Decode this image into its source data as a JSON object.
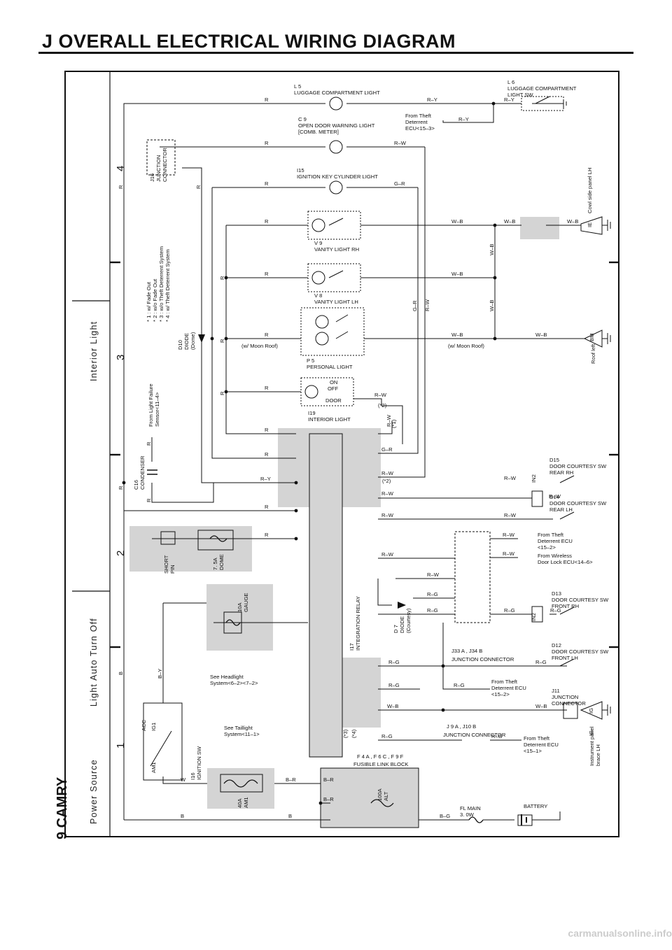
{
  "title": "J  OVERALL ELECTRICAL WIRING DIAGRAM",
  "page_number": "9 CAMRY",
  "footer_url": "carmanualsonline.info",
  "sections": {
    "s1": "Power Source",
    "s2": "Light Auto Turn Off",
    "s3": "Interior Light"
  },
  "column_numbers": [
    "1",
    "2",
    "3",
    "4"
  ],
  "notes": [
    "* 1 : w/ Fade Out",
    "* 2 : w/o Fade Out",
    "* 3 : w/o Theft Deterrent System",
    "* 4 : w/ Theft Deterrent System"
  ],
  "components": {
    "l5": [
      "L 5",
      "LUGGAGE COMPARTMENT LIGHT"
    ],
    "l6": [
      "L 6",
      "LUGGAGE COMPARTMENT",
      "LIGHT SW"
    ],
    "c9": [
      "C 9",
      "OPEN DOOR WARNING LIGHT",
      "[COMB.  METER]"
    ],
    "i15": [
      "I15",
      "IGNITION KEY CYLINDER LIGHT"
    ],
    "v9": [
      "V 9",
      "VANITY LIGHT RH"
    ],
    "v8": [
      "V 8",
      "VANITY LIGHT LH"
    ],
    "p5": [
      "P 5",
      "PERSONAL LIGHT"
    ],
    "i19": [
      "I19",
      "INTERIOR LIGHT"
    ],
    "j16": [
      "J16",
      "JUNCTION",
      "CONNECTOR"
    ],
    "d10": [
      "D10",
      "DIODE",
      "(Dome)"
    ],
    "c16": [
      "C16",
      "CONDENSER"
    ],
    "i16": [
      "I16",
      "IGNITION SW"
    ],
    "d15": [
      "D15",
      "DOOR COURTESY SW",
      "REAR RH"
    ],
    "d14": [
      "D14",
      "DOOR COURTESY SW",
      "REAR LH"
    ],
    "d13": [
      "D13",
      "DOOR COURTESY SW",
      "FRONT RH"
    ],
    "d12": [
      "D12",
      "DOOR COURTESY SW",
      "FRONT LH"
    ],
    "j11": [
      "J11",
      "JUNCTION",
      "CONNECTOR"
    ],
    "d7": [
      "D 7",
      "DIODE",
      "(Courtesy)"
    ],
    "i17": [
      "I17",
      "INTEGRATION RELAY"
    ],
    "j33": "J33  A  ,  J34  B",
    "j33_name": "JUNCTION CONNECTOR",
    "j9": "J 9  A  ,  J10  B",
    "j9_name": "JUNCTION CONNECTOR",
    "fuse_block": "F 4  A  ,  F 6  C  ,  F 9  F",
    "fuse_block_name": "FUSIBLE LINK BLOCK",
    "battery": "BATTERY",
    "fl_main": [
      "FL MAIN",
      "3. 0W"
    ],
    "alt": [
      "100A",
      "ALT"
    ],
    "am1": [
      "40A",
      "AM1"
    ],
    "gauge": [
      "10A",
      "GAUGE"
    ],
    "dome": [
      "7. 5A",
      "DOME"
    ],
    "short_pin": [
      "SHORT",
      "PIN"
    ]
  },
  "refs": {
    "theft_15_3": [
      "From Theft",
      "Deterrent",
      "ECU<15–3>"
    ],
    "theft_15_2a": [
      "From Theft",
      "Deterrent ECU",
      "<15–2>"
    ],
    "wireless": [
      "From Wireless",
      "Door Lock ECU<14–6>"
    ],
    "theft_15_2b": [
      "From Theft",
      "Deterrent ECU",
      "<15–2>"
    ],
    "theft_15_1": [
      "From Theft",
      "Deterrent ECU",
      "<15–1>"
    ],
    "light_failure": [
      "From Light Failure",
      "Sensor<11–4>"
    ],
    "headlight": [
      "See Headlight",
      "System<6–2><7–2>"
    ],
    "taillight": [
      "See Taillight",
      "System<11–1>"
    ]
  },
  "grounds": {
    "ie": "IE",
    "ie_loc": "Cowl side panel LH",
    "bm": "BM",
    "bm_loc": "Roof left",
    "ig": "IG",
    "ig_loc": [
      "Instrument panel",
      "brace LH"
    ]
  },
  "wire_colors": {
    "R": "R",
    "RY": "R–Y",
    "RW": "R–W",
    "GR": "G–R",
    "WB": "W–B",
    "RG": "R–G",
    "BY": "B–Y",
    "W": "W",
    "B": "B",
    "BR": "B–R",
    "BG": "B–G"
  },
  "misc": {
    "moon1": "(w/ Moon Roof)",
    "moon2": "(w/ Moon Roof)",
    "acc": "ACC",
    "ig1": "IG1",
    "am1_pin": "AM1",
    "on": "ON",
    "off": "OFF",
    "door": "DOOR",
    "star1": "(*1)",
    "star2": "(*2)",
    "star3": "(*3)",
    "star4": "(*4)",
    "in2": "IN2"
  }
}
